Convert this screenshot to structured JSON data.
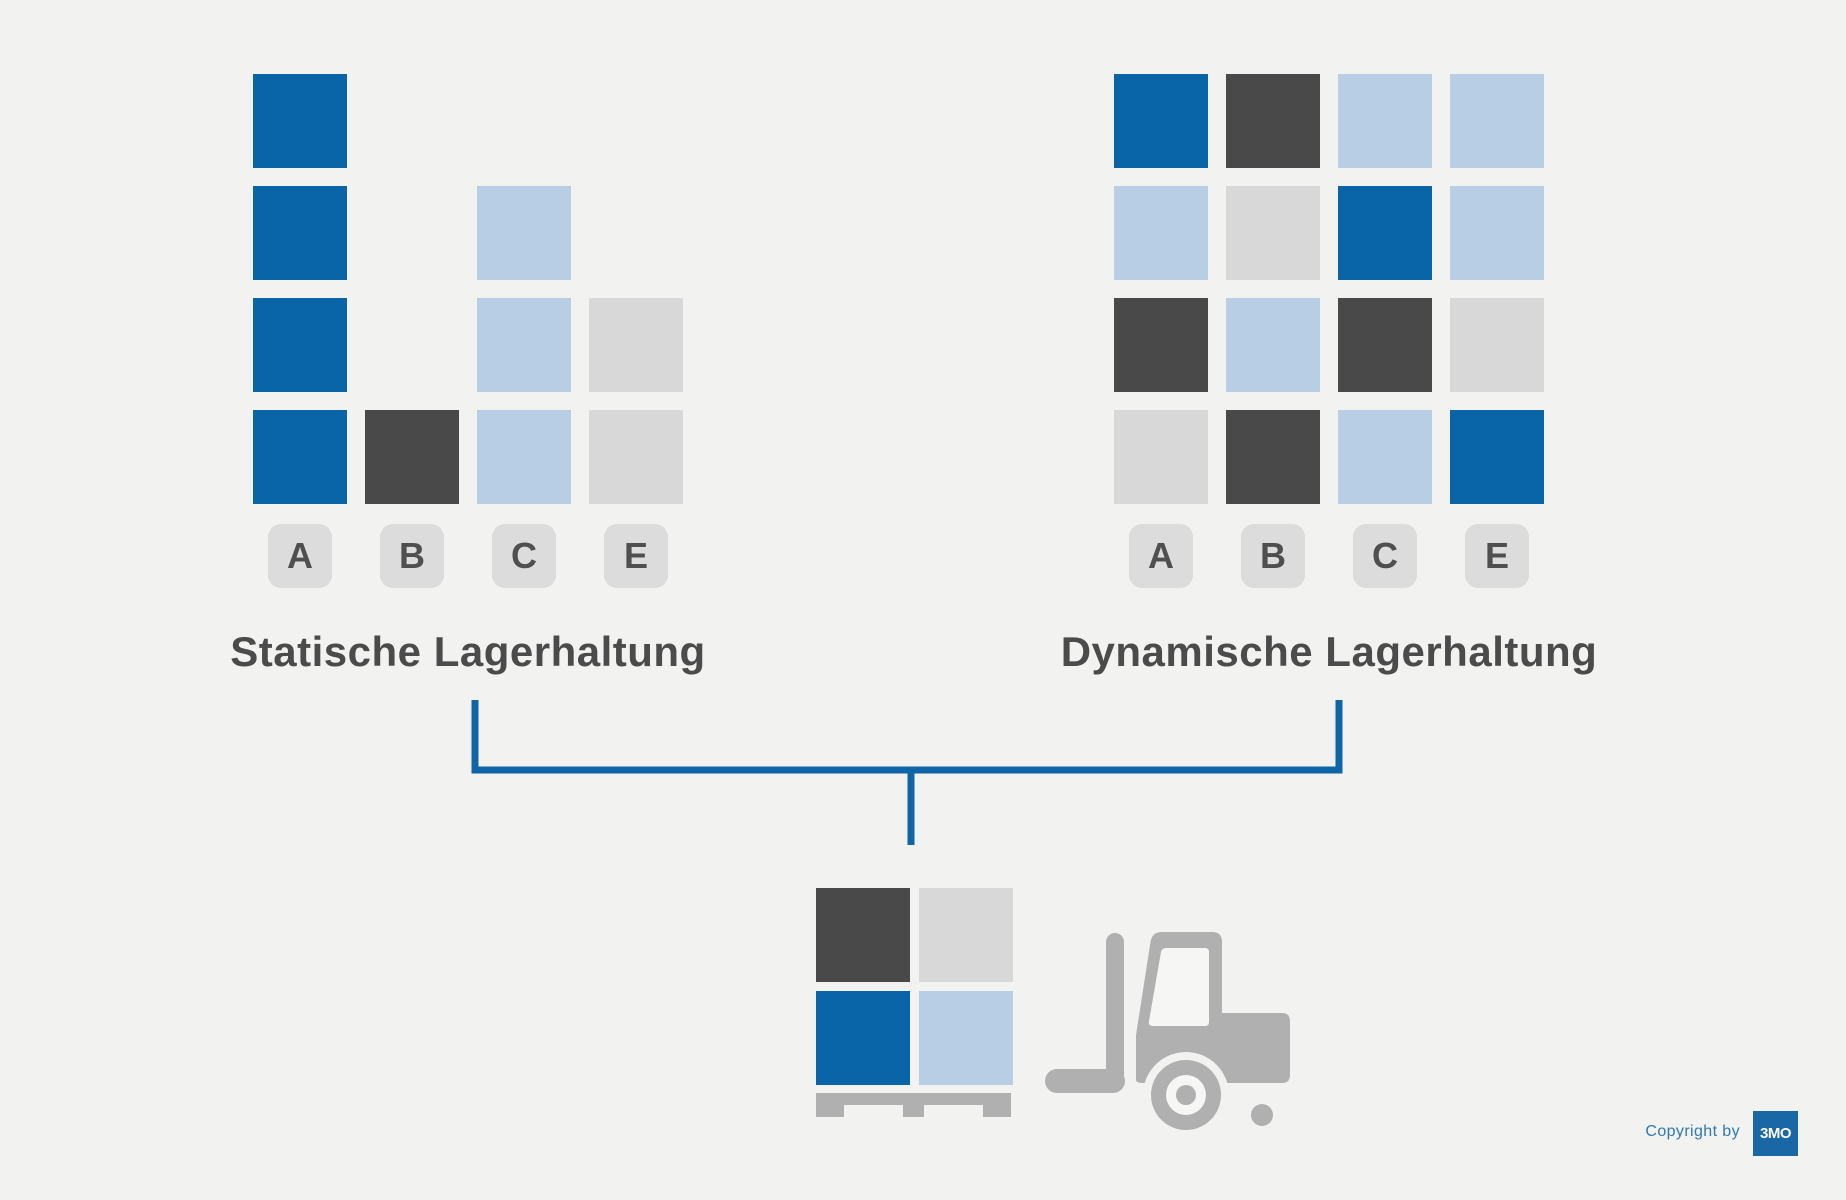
{
  "colors": {
    "background": "#f2f2f1",
    "blue": "#0a64a8",
    "lightblue": "#b8cee4",
    "lightgray": "#d8d8d8",
    "dark": "#494949",
    "badge_bg": "#dcdcdc",
    "badge_text": "#4f4f4f",
    "title": "#4b4b4b",
    "bracket": "#0e66a8",
    "equipment": "#b0b0b0",
    "window": "#f6f6f5",
    "logo_bg": "#1a67a5",
    "copyright_text": "#2e79b0"
  },
  "left_panel": {
    "title": "Statische Lagerhaltung",
    "labels": [
      "A",
      "B",
      "C",
      "E"
    ],
    "grid": [
      [
        "blue",
        null,
        null,
        null
      ],
      [
        "blue",
        null,
        "lightblue",
        null
      ],
      [
        "blue",
        null,
        "lightblue",
        "lightgray"
      ],
      [
        "blue",
        "dark",
        "lightblue",
        "lightgray"
      ]
    ]
  },
  "right_panel": {
    "title": "Dynamische Lagerhaltung",
    "labels": [
      "A",
      "B",
      "C",
      "E"
    ],
    "grid": [
      [
        "blue",
        "dark",
        "lightblue",
        "lightblue"
      ],
      [
        "lightblue",
        "lightgray",
        "blue",
        "lightblue"
      ],
      [
        "dark",
        "lightblue",
        "dark",
        "lightgray"
      ],
      [
        "lightgray",
        "dark",
        "lightblue",
        "blue"
      ]
    ]
  },
  "pallet": {
    "grid": [
      [
        "dark",
        "lightgray"
      ],
      [
        "blue",
        "lightblue"
      ]
    ]
  },
  "footer": {
    "copyright_label": "Copyright by",
    "logo_text": "3MO"
  }
}
